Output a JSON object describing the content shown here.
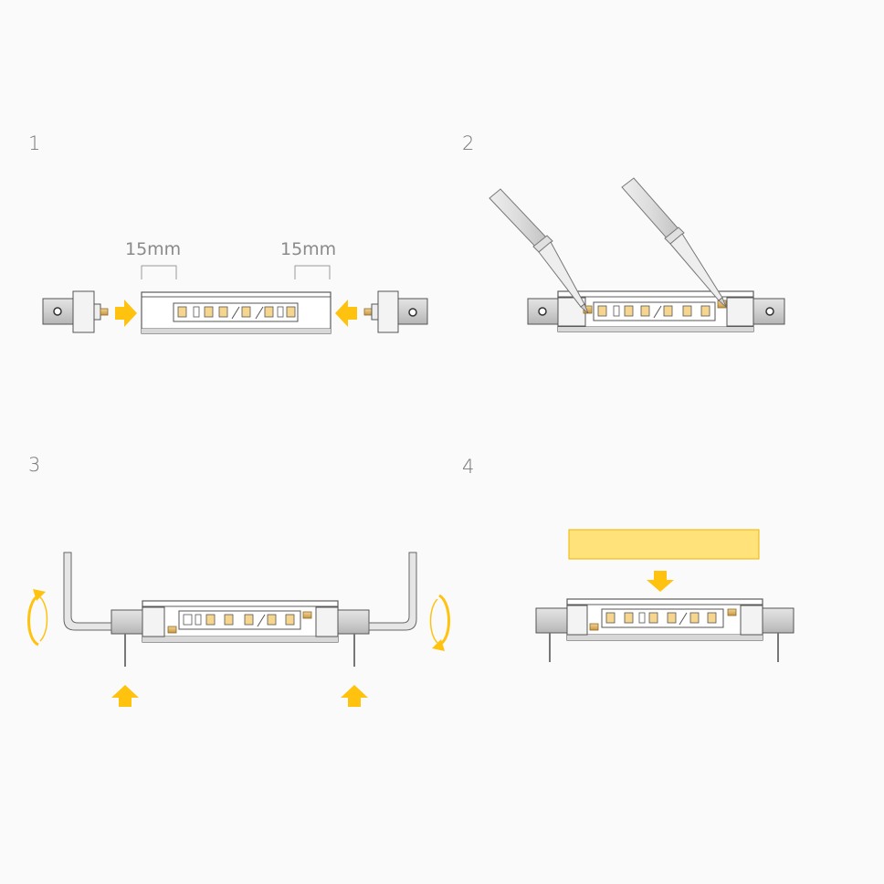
{
  "steps": [
    {
      "number": "1",
      "dims": [
        "15mm",
        "15mm"
      ]
    },
    {
      "number": "2"
    },
    {
      "number": "3"
    },
    {
      "number": "4"
    }
  ],
  "colors": {
    "arrow": "#ffc20e",
    "cover_fill": "#ffe27a",
    "cover_stroke": "#f0b400",
    "profile_stroke": "#5c5c5c",
    "led": "#f6d58f"
  }
}
